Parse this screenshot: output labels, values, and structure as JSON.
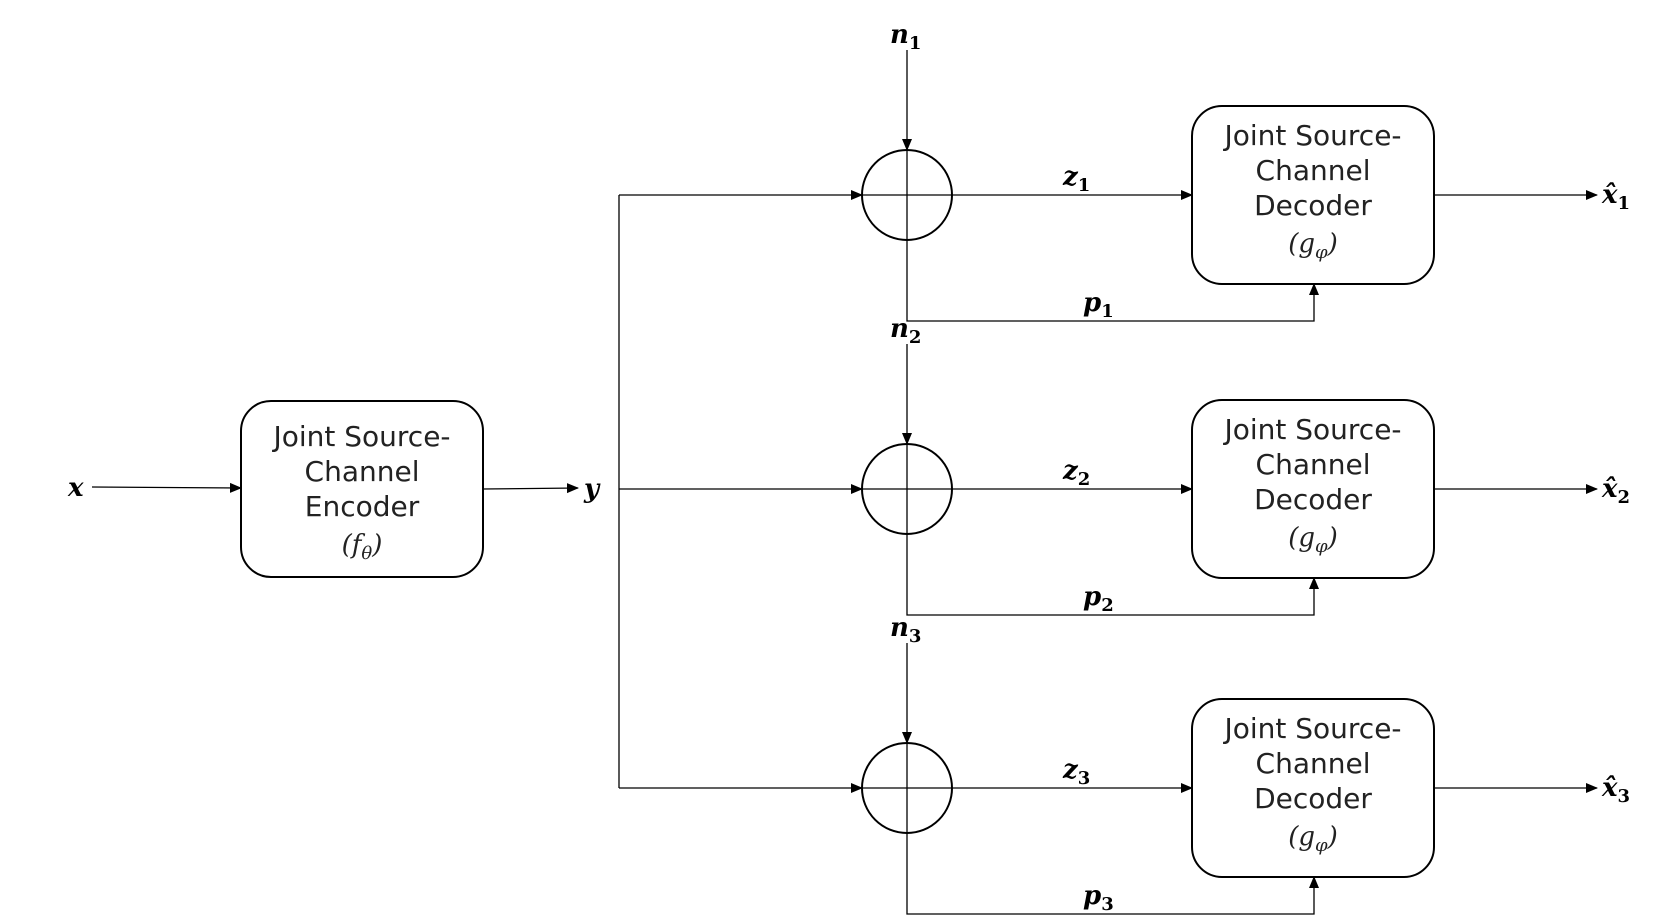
{
  "encoder": {
    "line1": "Joint Source-",
    "line2": "Channel",
    "line3": "Encoder",
    "fn": "f",
    "fn_sub": "θ",
    "open_paren": "(",
    "close_paren": ")"
  },
  "decoder": {
    "line1": "Joint Source-",
    "line2": "Channel",
    "line3": "Decoder",
    "fn": "g",
    "fn_sub": "φ",
    "open_paren": "(",
    "close_paren": ")"
  },
  "labels": {
    "input": "x",
    "encoded": "y",
    "branches": [
      {
        "noise": "n",
        "received": "z",
        "side": "p",
        "output": "x̂",
        "index": "1"
      },
      {
        "noise": "n",
        "received": "z",
        "side": "p",
        "output": "x̂",
        "index": "2"
      },
      {
        "noise": "n",
        "received": "z",
        "side": "p",
        "output": "x̂",
        "index": "3"
      }
    ]
  }
}
